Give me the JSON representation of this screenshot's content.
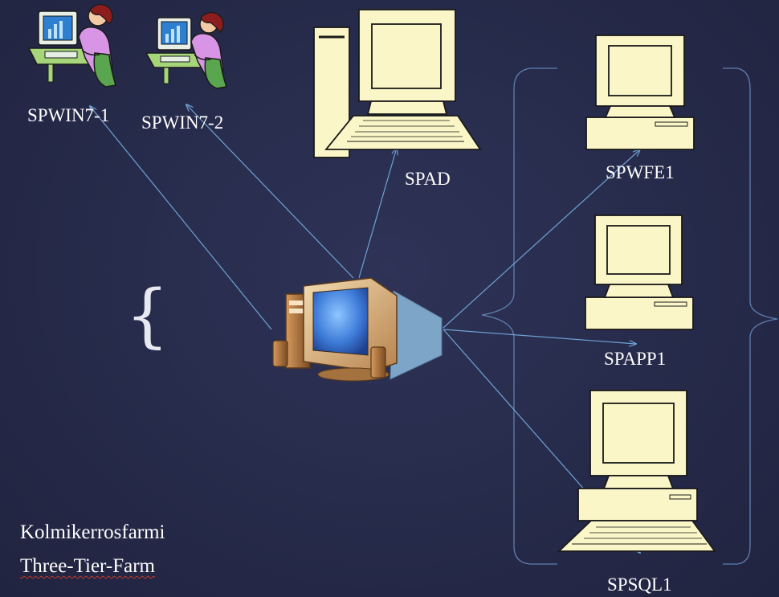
{
  "nodes": {
    "client1": "SPWIN7-1",
    "client2": "SPWIN7-2",
    "ad": "SPAD",
    "wfe": "SPWFE1",
    "app": "SPAPP1",
    "sql": "SPSQL1"
  },
  "notes": {
    "line1": "Kolmikerrosfarmi",
    "line2": "Three-Tier-Farm"
  },
  "brace_glyph": "{",
  "colors": {
    "background": "#262a49",
    "connector": "#6ea2d6",
    "bracket": "#5f7fb0",
    "computer_body": "#fbf6c8",
    "outline": "#1a1a1a"
  }
}
